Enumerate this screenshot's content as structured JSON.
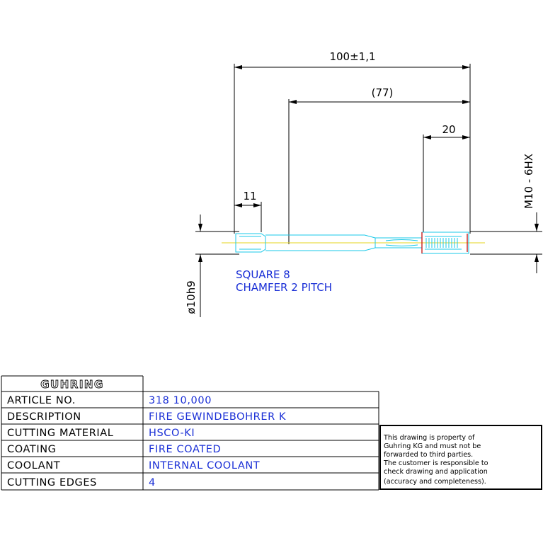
{
  "drawing": {
    "dim_total": "100±1,1",
    "dim_reference": "(77)",
    "dim_thread_length": "20",
    "dim_square_length": "11",
    "dim_thread_size": "M10 - 6HX",
    "dim_shank_diameter": "ø10h9",
    "note_line1": "SQUARE 8",
    "note_line2": "CHAMFER 2 PITCH"
  },
  "table": {
    "brand": "GUHRING",
    "rows": [
      {
        "label": "ARTICLE NO.",
        "value": "318 10,000"
      },
      {
        "label": "DESCRIPTION",
        "value": "FIRE GEWINDEBOHRER K"
      },
      {
        "label": "CUTTING MATERIAL",
        "value": "HSCO-KI"
      },
      {
        "label": "COATING",
        "value": "FIRE COATED"
      },
      {
        "label": "COOLANT",
        "value": "INTERNAL COOLANT"
      },
      {
        "label": "CUTTING EDGES",
        "value": "4"
      }
    ]
  },
  "disclaimer": {
    "lines": [
      "This drawing is property of",
      "Guhring KG and must not be",
      "forwarded to third parties.",
      "The customer is responsible to",
      "check drawing and application",
      "(accuracy and completeness)."
    ]
  },
  "colors": {
    "outline": "#000000",
    "tool": "#18c8e8",
    "thread_accent": "#c81e1e",
    "center_line": "#e6d51c",
    "note_text": "#1a2fd6"
  }
}
